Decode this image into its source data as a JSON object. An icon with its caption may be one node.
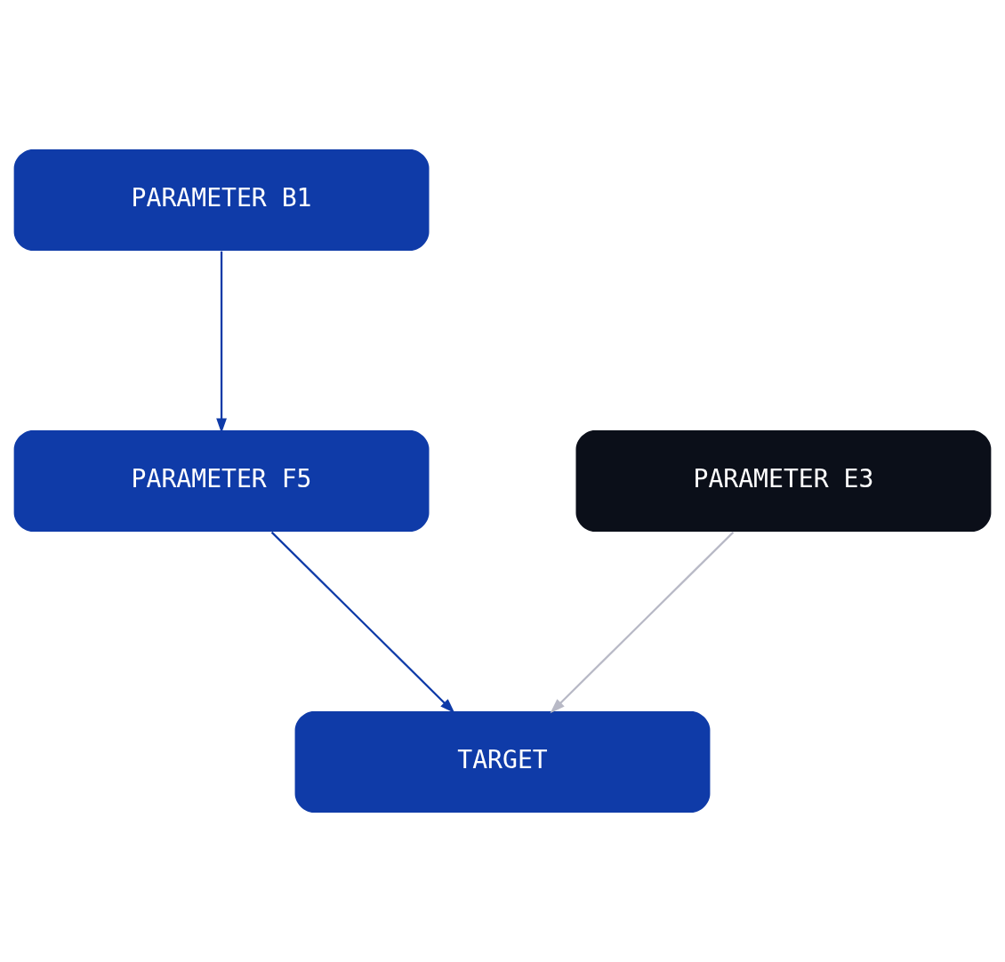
{
  "diagram": {
    "nodes": [
      {
        "text": [
          "PARAMETER B1"
        ]
      },
      {
        "text": [
          "PARAMETER E3"
        ]
      },
      {
        "text": [
          "PARAMETER F5"
        ]
      },
      {
        "text": [
          "TARGET"
        ]
      }
    ],
    "edges": [
      {
        "from": 0,
        "to": 2,
        "arrow": "to"
      },
      {
        "from": 1,
        "to": 3,
        "arrow": "to",
        "color": "#b8b9c6"
      },
      {
        "from": 2,
        "to": 3,
        "arrow": "to"
      }
    ]
  }
}
